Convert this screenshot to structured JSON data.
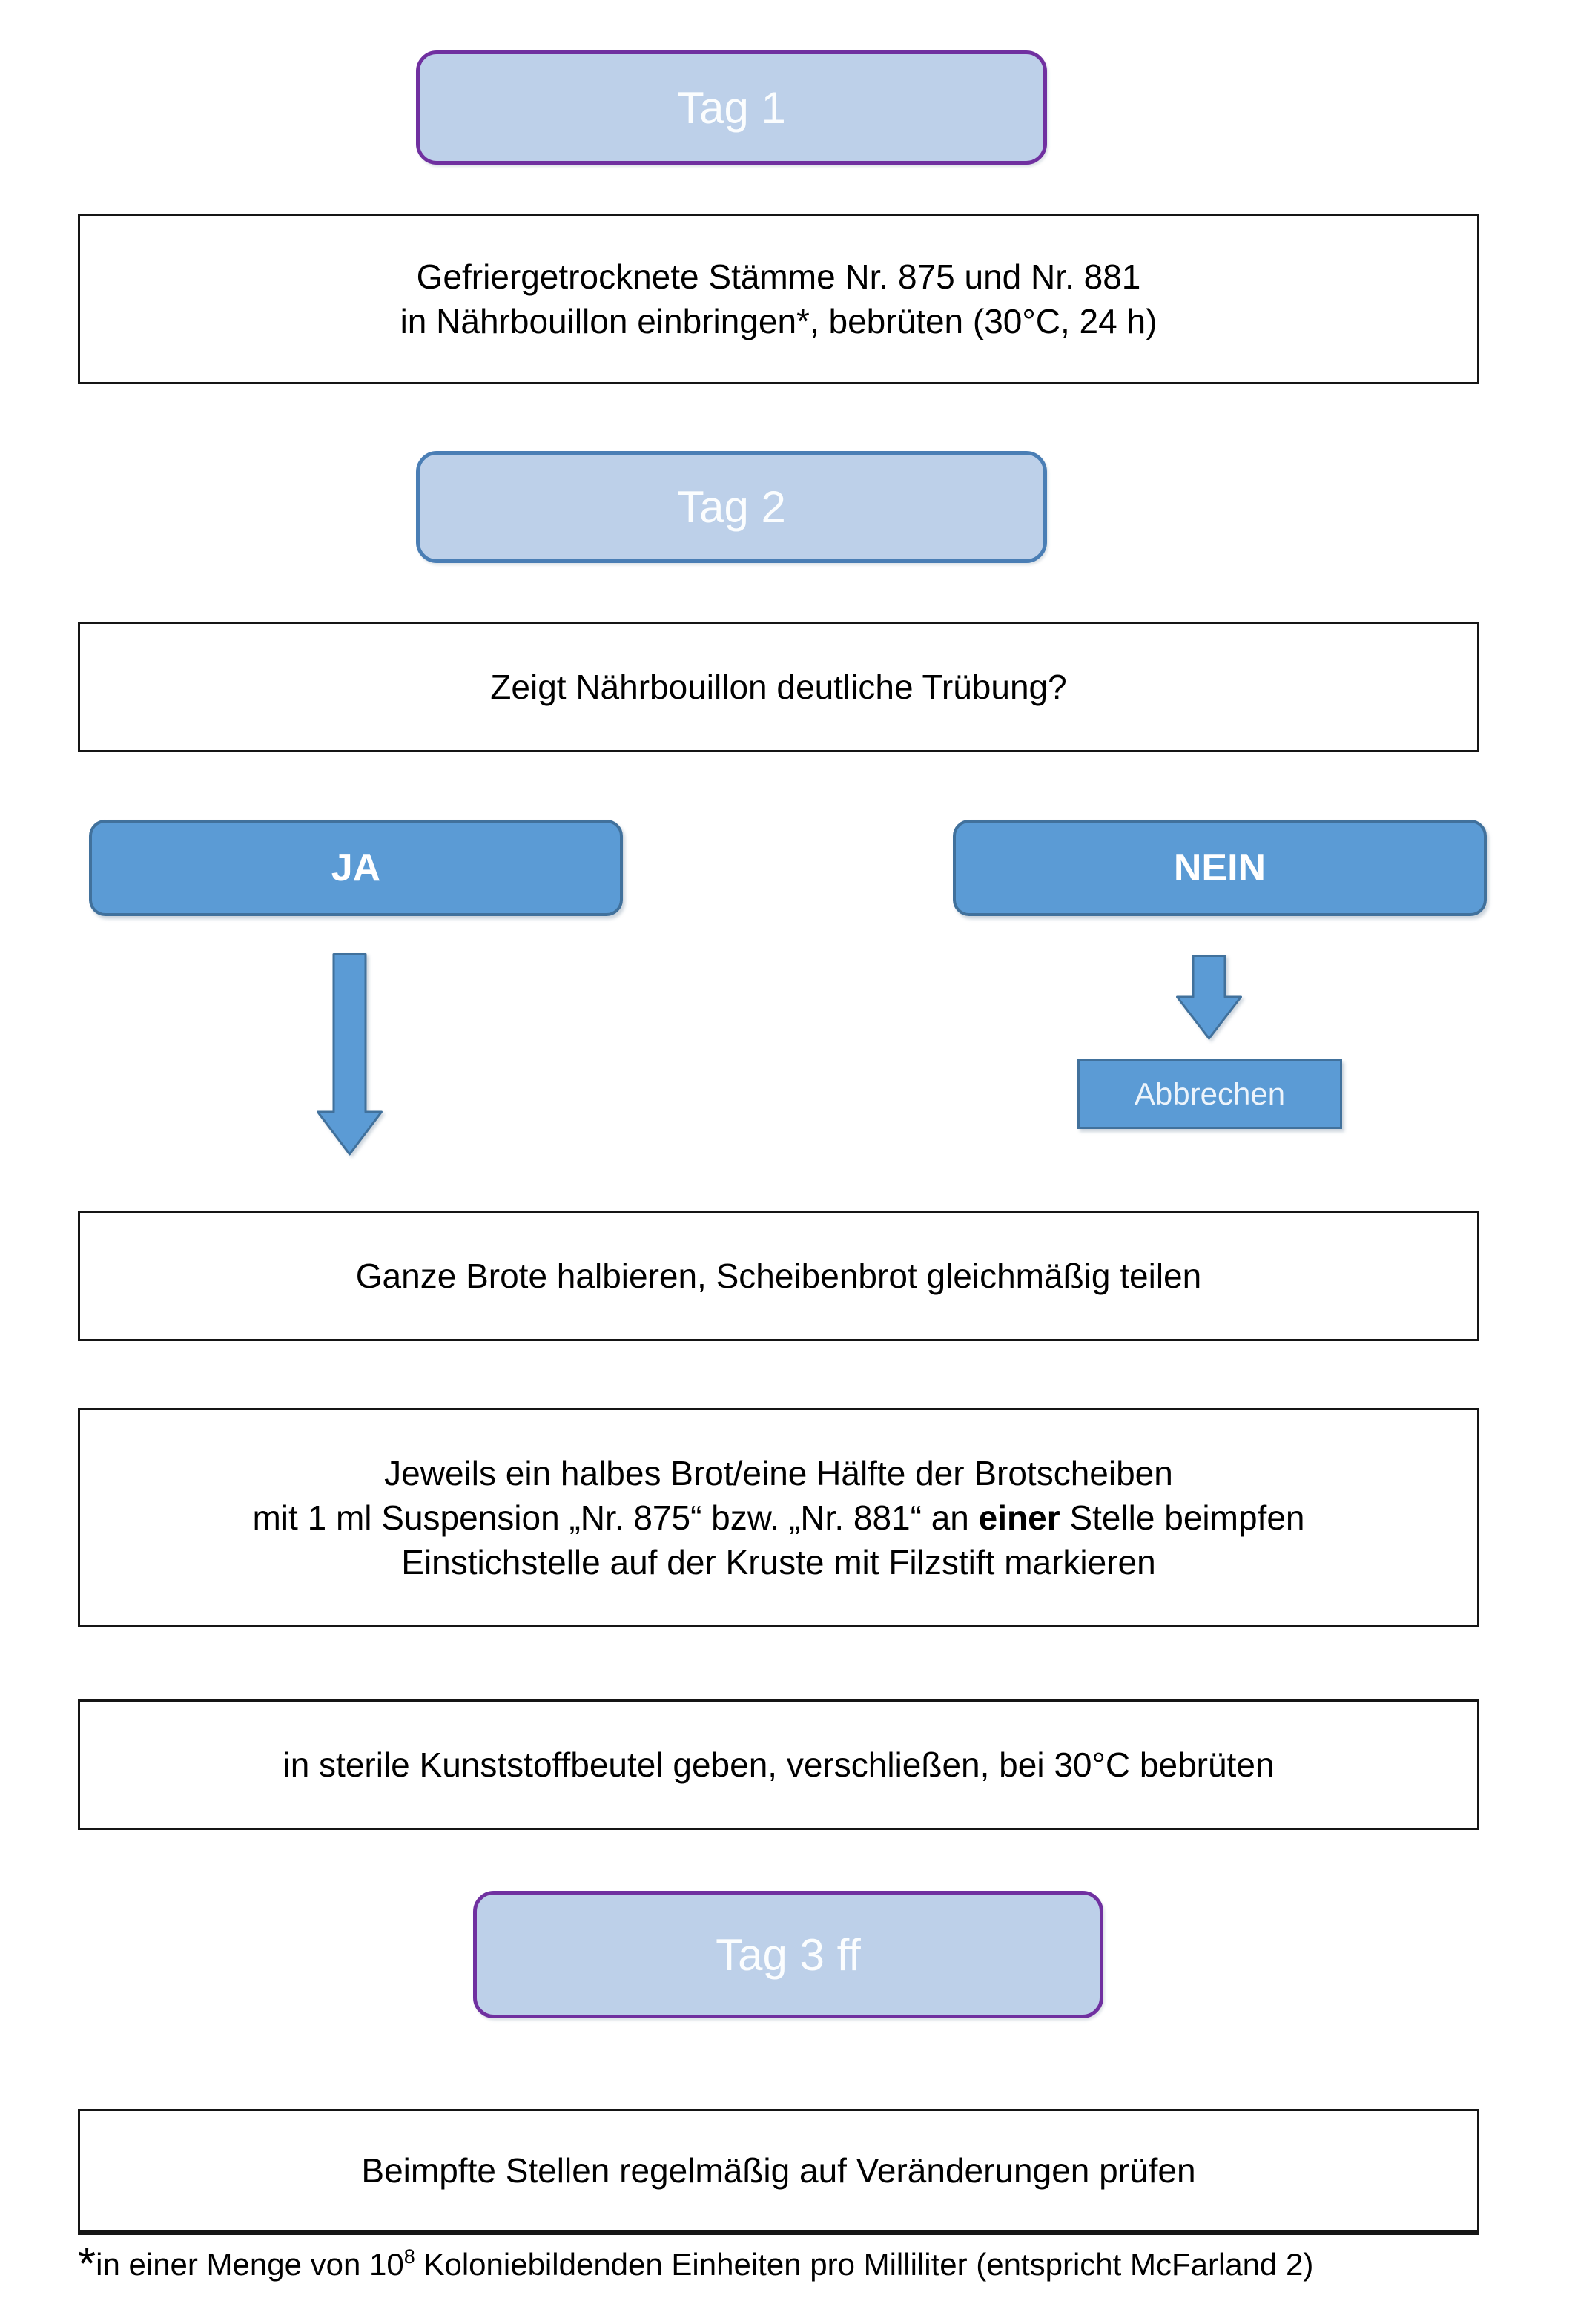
{
  "colors": {
    "tag_fill": "#bdd0e9",
    "tag_border_purple": "#7030a0",
    "tag_border_blue": "#4a7eb5",
    "decision_fill": "#5b9bd5",
    "decision_border": "#41719c",
    "box_border": "#151515",
    "box_text": "#000000",
    "tag_text": "#fbfdfe"
  },
  "flow": {
    "tag1": {
      "label": "Tag 1"
    },
    "step1": {
      "line1": "Gefriergetrocknete Stämme Nr. 875 und Nr. 881",
      "line2": "in Nährbouillon einbringen*, bebrüten (30°C, 24 h)"
    },
    "tag2": {
      "label": "Tag 2"
    },
    "question": {
      "text": "Zeigt Nährbouillon deutliche Trübung?"
    },
    "decision_yes": {
      "label": "JA"
    },
    "decision_no": {
      "label": "NEIN"
    },
    "cancel": {
      "label": "Abbrechen"
    },
    "step2": {
      "text": "Ganze Brote halbieren, Scheibenbrot gleichmäßig teilen"
    },
    "step3": {
      "line1": "Jeweils ein halbes Brot/eine Hälfte der Brotscheiben",
      "line2_pre": "mit 1 ml Suspension „Nr. 875“ bzw. „Nr. 881“ an ",
      "line2_bold": "einer",
      "line2_post": " Stelle beimpfen",
      "line3": "Einstichstelle auf der Kruste mit Filzstift markieren"
    },
    "step4": {
      "text": "in sterile Kunststoffbeutel geben, verschließen, bei 30°C bebrüten"
    },
    "tag3": {
      "label": "Tag 3 ff"
    },
    "step5": {
      "text": "Beimpfte Stellen regelmäßig auf Veränderungen prüfen"
    },
    "footnote": {
      "star": "*",
      "pre": "in einer Menge von 10",
      "sup": "8",
      "post": " Koloniebildenden Einheiten pro Milliliter (entspricht McFarland 2)"
    }
  }
}
